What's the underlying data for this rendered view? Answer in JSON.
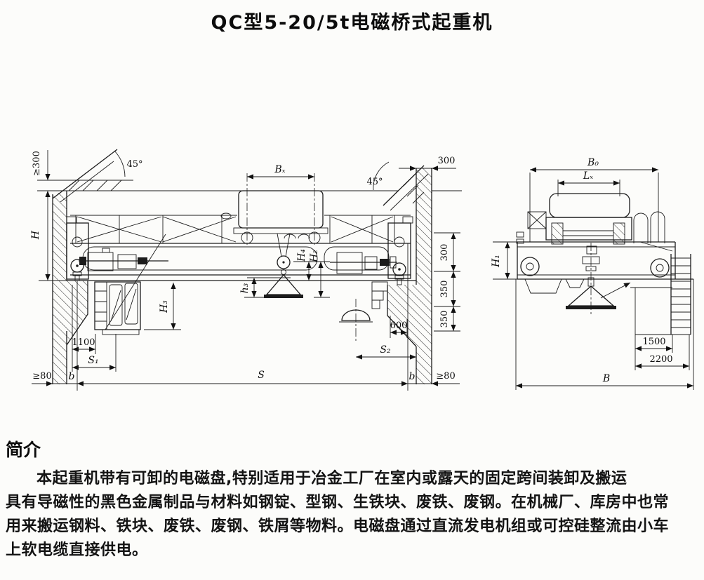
{
  "title": "QC型5-20/5t电磁桥式起重机",
  "front_view": {
    "labels": {
      "ge300": "≥300",
      "angle_left": "45°",
      "angle_right": "45°",
      "bx": "Bₓ",
      "top_right_300": "300",
      "h": "H",
      "h4": "H₄",
      "h2": "H₂",
      "h3_small": "h₃",
      "h3_cap": "H₃",
      "right_300": "300",
      "right_350a": "350",
      "right_350b": "350",
      "dim_600": "600",
      "s2": "S₂",
      "dim_1100": "1100",
      "s1": "S₁",
      "ge80_left": "≥80",
      "b_left": "b",
      "s": "S",
      "b_right": "b",
      "ge80_right": "≥80"
    }
  },
  "side_view": {
    "labels": {
      "b0": "B₀",
      "lx": "Lₓ",
      "h1": "H₁",
      "dim_1500": "1500",
      "dim_2200": "2200",
      "b": "B"
    }
  },
  "intro": {
    "heading": "简介",
    "lines": [
      "本起重机带有可卸的电磁盘,特别适用于冶金工厂在室内或露天的固定跨间装卸及搬运",
      "具有导磁性的黑色金属制品与材料如钢锭、型钢、生铁块、废铁、废钢。在机械厂、库房中也常",
      "用来搬运钢料、铁块、废铁、废钢、铁屑等物料。电磁盘通过直流发电机组或可控硅整流由小车",
      "上软电缆直接供电。"
    ]
  }
}
